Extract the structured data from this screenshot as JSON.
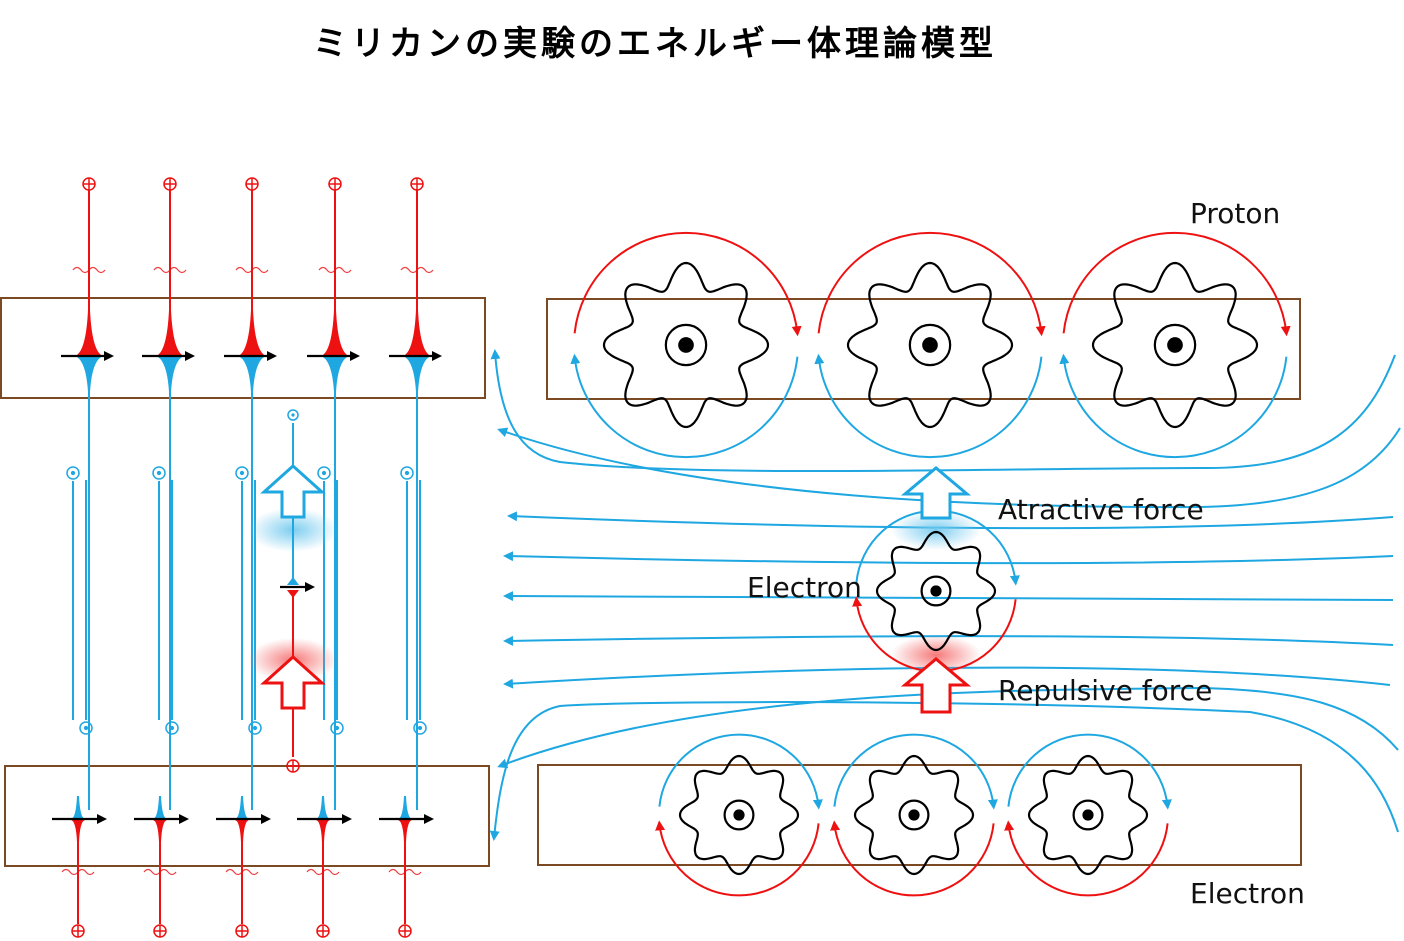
{
  "title": "ミリカンの実験のエネルギー体理論模型",
  "labels": {
    "proton": "Proton",
    "attractive": "Atractive force",
    "electron_middle": "Electron",
    "repulsive": "Repulsive force",
    "electron_bottom": "Electron"
  },
  "colors": {
    "field_line": "#1ea7e1",
    "positive": "#ee1111",
    "nucleus": "#000000",
    "plate": "#7b4a22"
  },
  "symbols": {
    "plus": "⊕",
    "dot": "⊙"
  }
}
